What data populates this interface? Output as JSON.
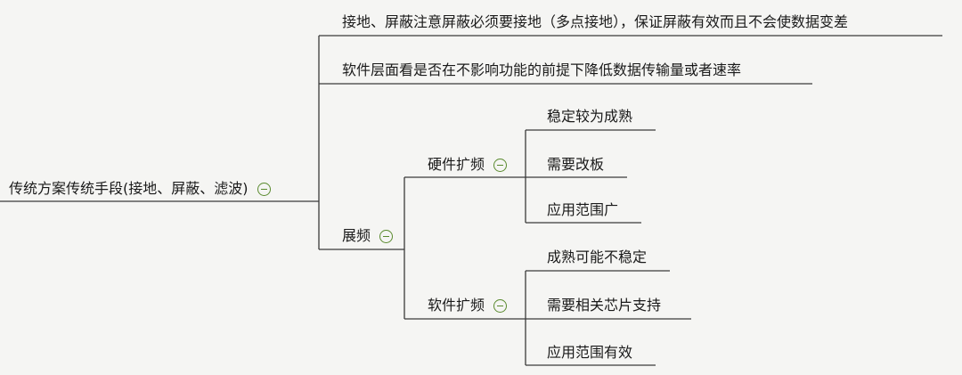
{
  "mindmap": {
    "root": {
      "label": "传统方案传统手段(接地、屏蔽、滤波)",
      "children": [
        {
          "label": "接地、屏蔽注意屏蔽必须要接地（多点接地），保证屏蔽有效而且不会使数据变差"
        },
        {
          "label": "软件层面看是否在不影响功能的前提下降低数据传输量或者速率"
        },
        {
          "label": "展频",
          "children": [
            {
              "label": "硬件扩频",
              "children": [
                {
                  "label": "稳定较为成熟"
                },
                {
                  "label": "需要改板"
                },
                {
                  "label": "应用范围广"
                }
              ]
            },
            {
              "label": "软件扩频",
              "children": [
                {
                  "label": "成熟可能不稳定"
                },
                {
                  "label": "需要相关芯片支持"
                },
                {
                  "label": "应用范围有效"
                }
              ]
            }
          ]
        }
      ]
    }
  },
  "colors": {
    "line": "#3a3a3a",
    "toggle": "#5a8a2e",
    "background": "#f5f5f3"
  },
  "icons": {
    "collapse": "minus-circle-icon"
  }
}
